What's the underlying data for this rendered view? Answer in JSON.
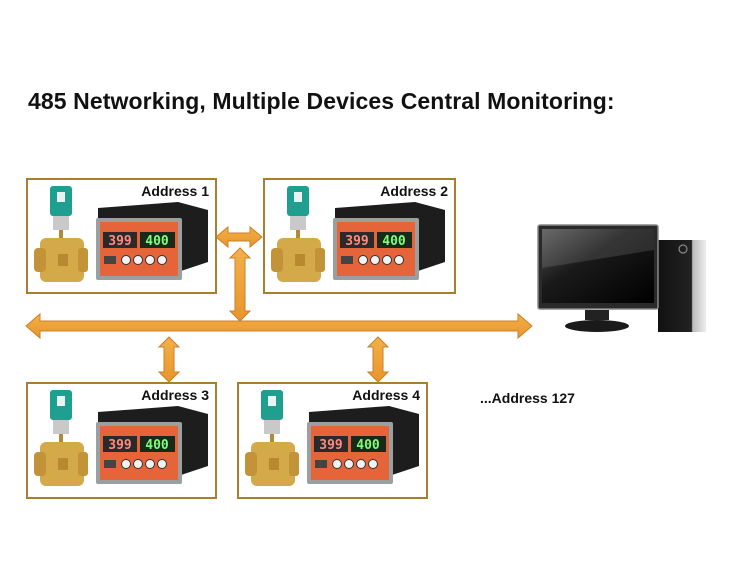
{
  "title": "485 Networking, Multiple Devices Central Monitoring:",
  "colors": {
    "bus": "#f0a133",
    "bus_outline": "#c9802a",
    "box_border": "#a77f2f",
    "actuator": "#1e9f8f",
    "brass": "#d4a94a",
    "panel_orange": "#e5643a",
    "display_red": "#ff8a80",
    "display_green": "#7dff7a"
  },
  "devices": [
    {
      "label": "Address 1",
      "display_left": "399",
      "display_right": "400"
    },
    {
      "label": "Address 2",
      "display_left": "399",
      "display_right": "400"
    },
    {
      "label": "Address 3",
      "display_left": "399",
      "display_right": "400"
    },
    {
      "label": "Address 4",
      "display_left": "399",
      "display_right": "400"
    }
  ],
  "more_label": "...Address 127",
  "computer": {
    "icon": "desktop-computer-icon"
  }
}
